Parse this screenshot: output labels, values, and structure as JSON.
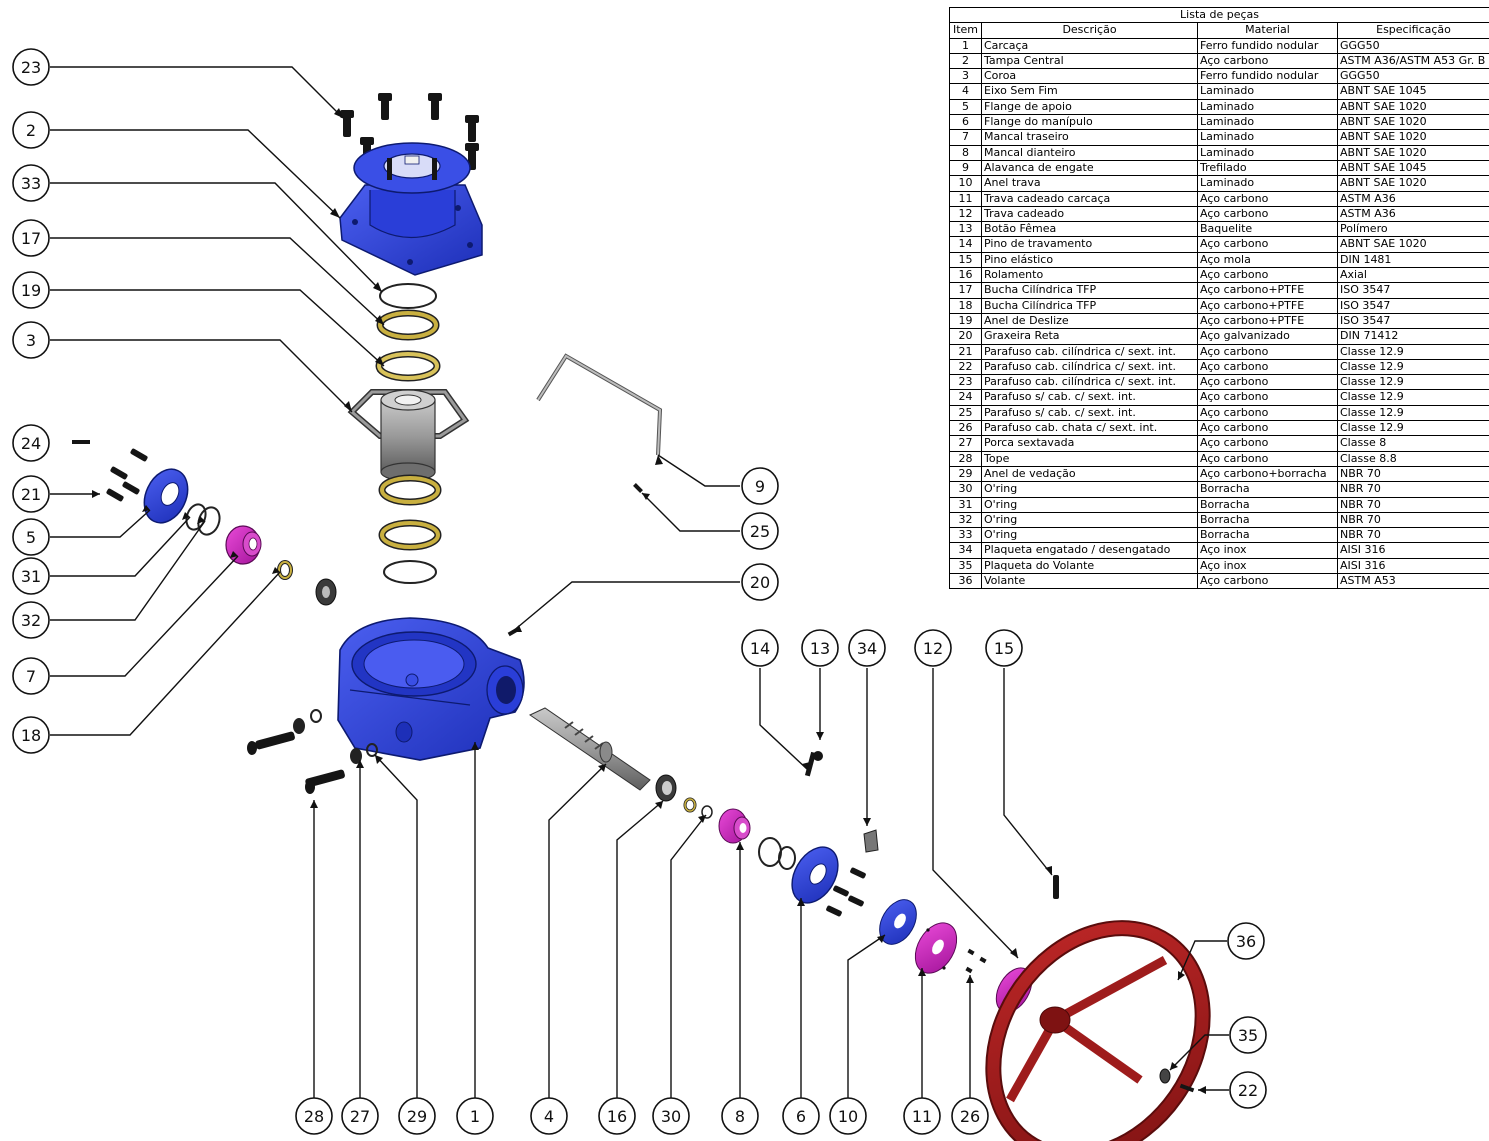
{
  "bom": {
    "title": "Lista de peças",
    "headers": [
      "Item",
      "Descrição",
      "Material",
      "Especificação"
    ],
    "rows": [
      [
        "1",
        "Carcaça",
        "Ferro fundido nodular",
        "GGG50"
      ],
      [
        "2",
        "Tampa Central",
        "Aço carbono",
        "ASTM A36/ASTM A53 Gr. B"
      ],
      [
        "3",
        "Coroa",
        "Ferro fundido nodular",
        "GGG50"
      ],
      [
        "4",
        "Eixo Sem Fim",
        "Laminado",
        "ABNT SAE 1045"
      ],
      [
        "5",
        "Flange de apoio",
        "Laminado",
        "ABNT SAE 1020"
      ],
      [
        "6",
        "Flange do manípulo",
        "Laminado",
        "ABNT SAE 1020"
      ],
      [
        "7",
        "Mancal traseiro",
        "Laminado",
        "ABNT SAE 1020"
      ],
      [
        "8",
        "Mancal dianteiro",
        "Laminado",
        "ABNT SAE 1020"
      ],
      [
        "9",
        "Alavanca de engate",
        "Trefilado",
        "ABNT SAE 1045"
      ],
      [
        "10",
        "Anel trava",
        "Laminado",
        "ABNT SAE 1020"
      ],
      [
        "11",
        "Trava cadeado carcaça",
        "Aço carbono",
        "ASTM A36"
      ],
      [
        "12",
        "Trava cadeado",
        "Aço carbono",
        "ASTM A36"
      ],
      [
        "13",
        "Botão Fêmea",
        "Baquelite",
        "Polímero"
      ],
      [
        "14",
        "Pino de travamento",
        "Aço carbono",
        "ABNT SAE 1020"
      ],
      [
        "15",
        "Pino elástico",
        "Aço mola",
        "DIN 1481"
      ],
      [
        "16",
        "Rolamento",
        "Aço carbono",
        "Axial"
      ],
      [
        "17",
        "Bucha Cilíndrica TFP",
        "Aço carbono+PTFE",
        "ISO 3547"
      ],
      [
        "18",
        "Bucha Cilíndrica TFP",
        "Aço carbono+PTFE",
        "ISO 3547"
      ],
      [
        "19",
        "Anel de Deslize",
        "Aço carbono+PTFE",
        "ISO 3547"
      ],
      [
        "20",
        "Graxeira Reta",
        "Aço galvanizado",
        "DIN 71412"
      ],
      [
        "21",
        "Parafuso cab. cilíndrica c/ sext. int.",
        "Aço carbono",
        "Classe 12.9"
      ],
      [
        "22",
        "Parafuso cab. cilíndrica c/ sext. int.",
        "Aço carbono",
        "Classe 12.9"
      ],
      [
        "23",
        "Parafuso cab. cilíndrica c/ sext. int.",
        "Aço carbono",
        "Classe 12.9"
      ],
      [
        "24",
        "Parafuso s/ cab. c/ sext. int.",
        "Aço carbono",
        "Classe 12.9"
      ],
      [
        "25",
        "Parafuso s/ cab. c/ sext. int.",
        "Aço carbono",
        "Classe 12.9"
      ],
      [
        "26",
        "Parafuso cab. chata c/ sext. int.",
        "Aço carbono",
        "Classe 12.9"
      ],
      [
        "27",
        "Porca sextavada",
        "Aço carbono",
        "Classe 8"
      ],
      [
        "28",
        "Tope",
        "Aço carbono",
        "Classe 8.8"
      ],
      [
        "29",
        "Anel de vedação",
        "Aço carbono+borracha",
        "NBR 70"
      ],
      [
        "30",
        "O'ring",
        "Borracha",
        "NBR 70"
      ],
      [
        "31",
        "O'ring",
        "Borracha",
        "NBR 70"
      ],
      [
        "32",
        "O'ring",
        "Borracha",
        "NBR 70"
      ],
      [
        "33",
        "O'ring",
        "Borracha",
        "NBR 70"
      ],
      [
        "34",
        "Plaqueta engatado / desengatado",
        "Aço inox",
        "AISI 316"
      ],
      [
        "35",
        "Plaqueta do Volante",
        "Aço inox",
        "AISI 316"
      ],
      [
        "36",
        "Volante",
        "Aço carbono",
        "ASTM A53"
      ]
    ]
  },
  "balloons": [
    "23",
    "2",
    "33",
    "17",
    "19",
    "3",
    "24",
    "21",
    "5",
    "31",
    "32",
    "7",
    "18",
    "9",
    "25",
    "20",
    "14",
    "13",
    "34",
    "12",
    "15",
    "36",
    "35",
    "22",
    "28",
    "27",
    "29",
    "1",
    "4",
    "16",
    "30",
    "8",
    "6",
    "10",
    "11",
    "26"
  ],
  "colors": {
    "housing_blue": "#2a3ed8",
    "cover_blue": "#2f45dd",
    "magenta": "#d21fc2",
    "handwheel_red": "#9e1c1c",
    "bushing_gold": "#b8a02a",
    "steel_gray": "#8a8a8a",
    "black_parts": "#151515"
  }
}
